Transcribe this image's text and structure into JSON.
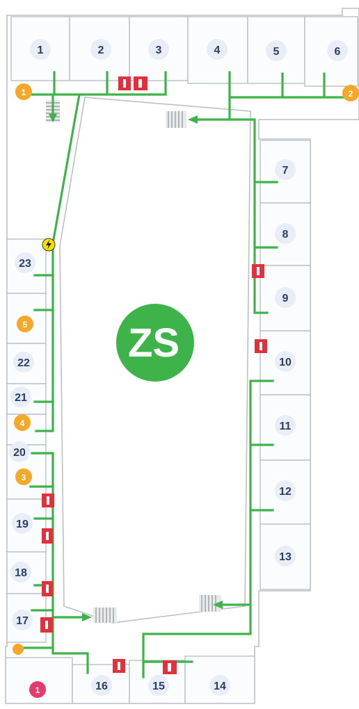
{
  "map": {
    "logo_text": "ZS",
    "rooms": [
      "1",
      "2",
      "3",
      "4",
      "5",
      "6",
      "7",
      "8",
      "9",
      "10",
      "11",
      "12",
      "13",
      "14",
      "15",
      "16",
      "17",
      "18",
      "19",
      "20",
      "21",
      "22",
      "23"
    ],
    "markers": [
      {
        "label": "1",
        "color": "#f3a82a"
      },
      {
        "label": "2",
        "color": "#f3a82a"
      },
      {
        "label": "3",
        "color": "#f3a82a"
      },
      {
        "label": "4",
        "color": "#f3a82a"
      },
      {
        "label": "5",
        "color": "#f3a82a"
      },
      {
        "label": "",
        "color": "#f3a82a"
      },
      {
        "label": "1",
        "color": "#e63a6c"
      }
    ],
    "colors": {
      "route": "#3db34a",
      "logo": "#3db34a",
      "marker": "#f3a82a",
      "marker_special": "#e63a6c",
      "extinguisher": "#e2303c",
      "electric_hazard": "#f5e000"
    },
    "icons": [
      "evacuation-route-arrow",
      "fire-extinguisher-icon",
      "electric-hazard-icon",
      "staircase-icon"
    ]
  }
}
